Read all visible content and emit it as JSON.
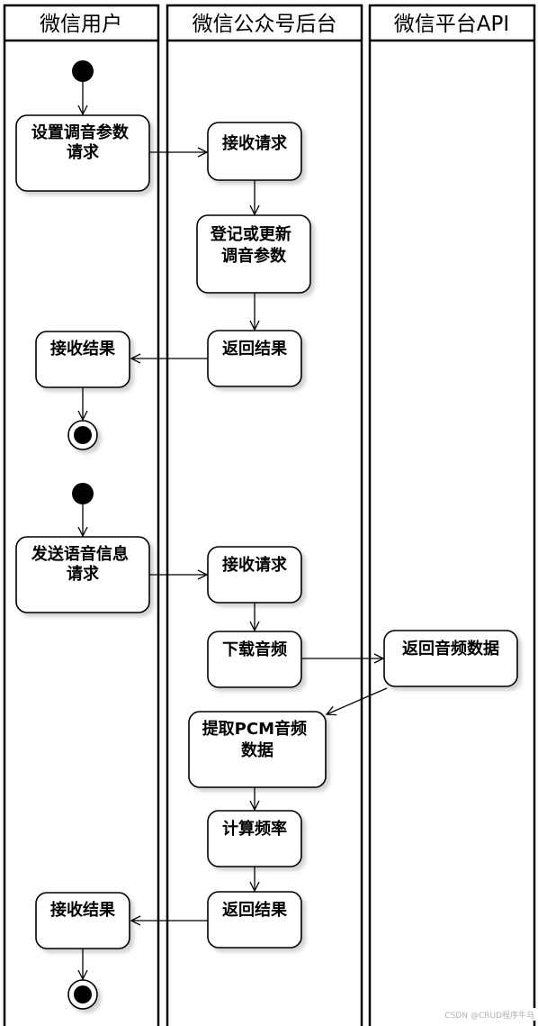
{
  "swimlanes": [
    {
      "id": "user",
      "title": "微信用户"
    },
    {
      "id": "backend",
      "title": "微信公众号后台"
    },
    {
      "id": "api",
      "title": "微信平台API"
    }
  ],
  "activities": [
    {
      "id": "set_param_request",
      "lines": [
        "设置调音参数",
        "请求"
      ],
      "lane": "user"
    },
    {
      "id": "recv_req_1",
      "lines": [
        "接收请求"
      ],
      "lane": "backend"
    },
    {
      "id": "register_update",
      "lines": [
        "登记或更新",
        "调音参数"
      ],
      "lane": "backend"
    },
    {
      "id": "return_result_1",
      "lines": [
        "返回结果"
      ],
      "lane": "backend"
    },
    {
      "id": "recv_result_1",
      "lines": [
        "接收结果"
      ],
      "lane": "user"
    },
    {
      "id": "send_voice_request",
      "lines": [
        "发送语音信息",
        "请求"
      ],
      "lane": "user"
    },
    {
      "id": "recv_req_2",
      "lines": [
        "接收请求"
      ],
      "lane": "backend"
    },
    {
      "id": "download_audio",
      "lines": [
        "下载音频"
      ],
      "lane": "backend"
    },
    {
      "id": "return_audio",
      "lines": [
        "返回音频数据"
      ],
      "lane": "api"
    },
    {
      "id": "extract_pcm",
      "lines": [
        "提取PCM音频",
        "数据"
      ],
      "lane": "backend"
    },
    {
      "id": "calc_freq",
      "lines": [
        "计算频率"
      ],
      "lane": "backend"
    },
    {
      "id": "return_result_2",
      "lines": [
        "返回结果"
      ],
      "lane": "backend"
    },
    {
      "id": "recv_result_2",
      "lines": [
        "接收结果"
      ],
      "lane": "user"
    }
  ],
  "watermark": "CSDN @CRUD程序牛马",
  "colors": {
    "line": "#000000",
    "node_fill": "#ffffff",
    "shadow": "#d9d9d9",
    "watermark": "#b0b0b0"
  }
}
